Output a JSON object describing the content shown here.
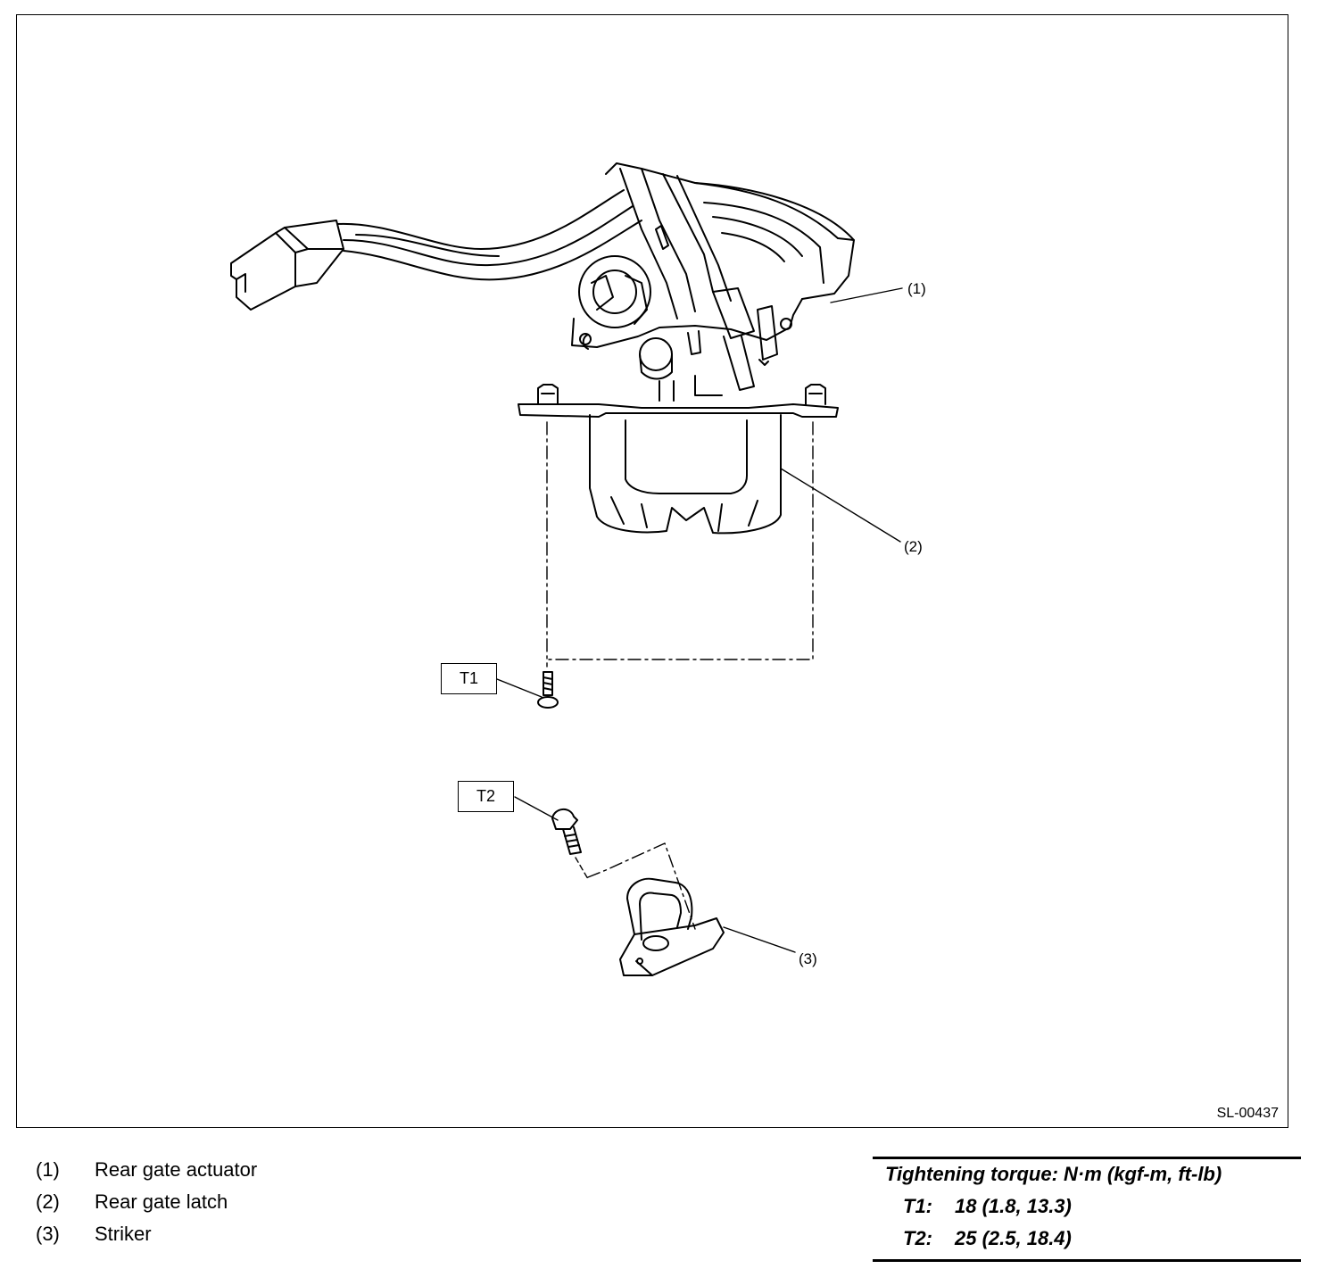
{
  "figure": {
    "code": "SL-00437",
    "callouts": [
      "(1)",
      "(2)",
      "(3)"
    ],
    "torque_boxes": [
      "T1",
      "T2"
    ]
  },
  "legend": [
    {
      "num": "(1)",
      "label": "Rear gate actuator"
    },
    {
      "num": "(2)",
      "label": "Rear gate latch"
    },
    {
      "num": "(3)",
      "label": "Striker"
    }
  ],
  "torque": {
    "title": "Tightening torque: N·m (kgf-m, ft-lb)",
    "rows": [
      {
        "id": "T1:",
        "value": "18 (1.8, 13.3)"
      },
      {
        "id": "T2:",
        "value": "25 (2.5, 18.4)"
      }
    ]
  }
}
